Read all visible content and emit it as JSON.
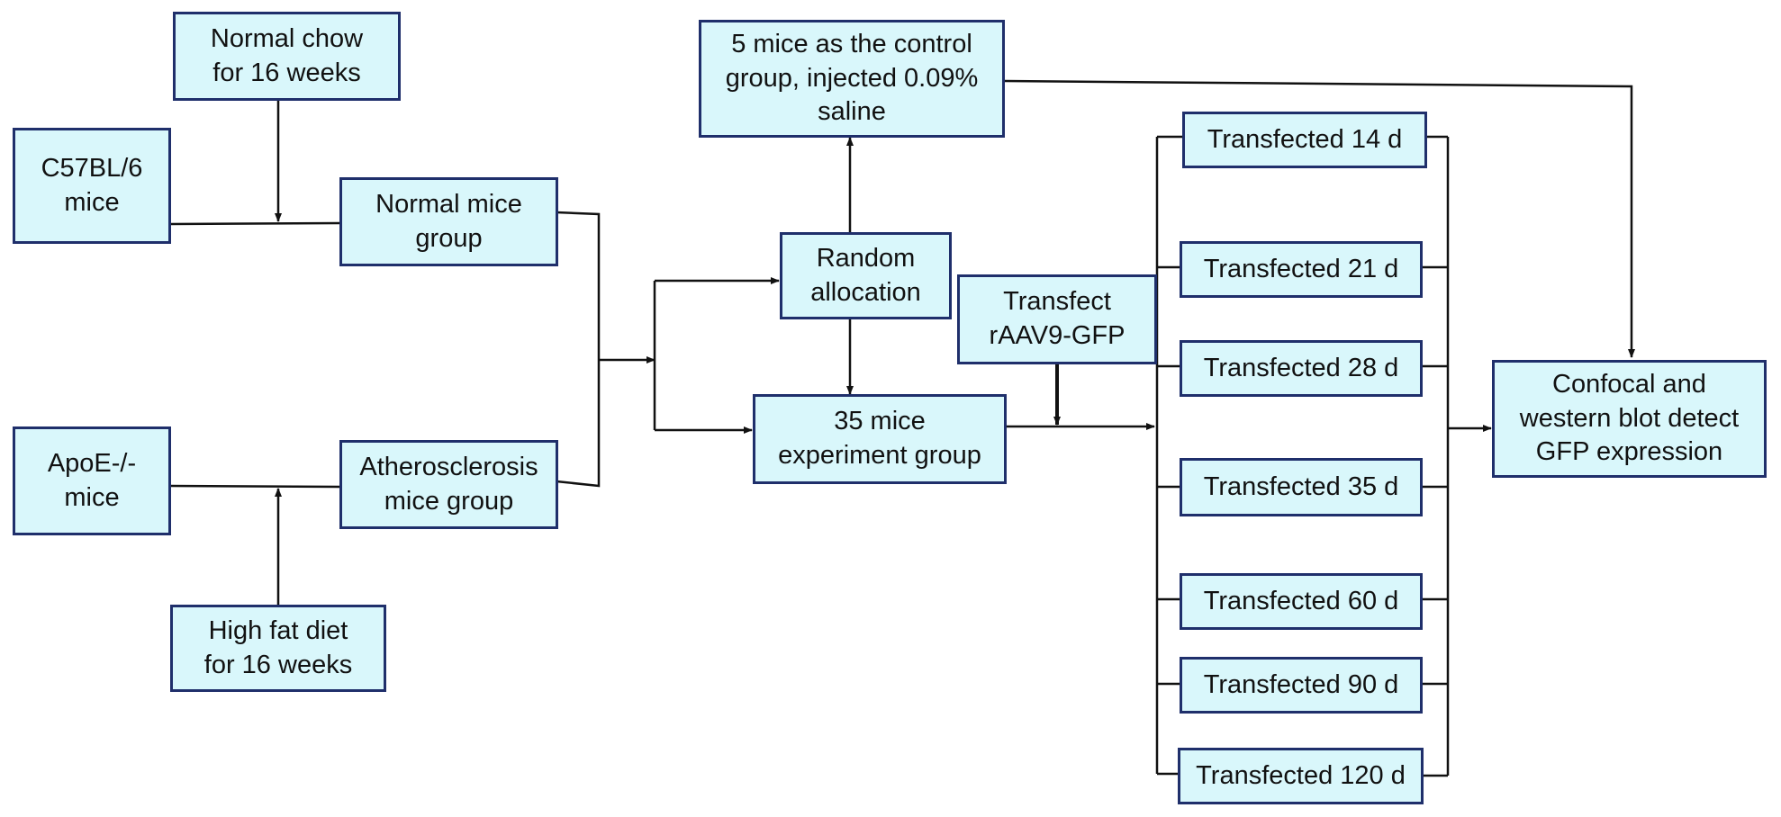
{
  "diagram": {
    "colors": {
      "box_fill": "#d9f7fb",
      "box_border": "#1f2f6b",
      "line": "#111111"
    },
    "nodes": {
      "normal_chow": "Normal chow\nfor 16 weeks",
      "c57": "C57BL/6\nmice",
      "normal_group": "Normal mice\ngroup",
      "apoe": "ApoE-/-\nmice",
      "athero_group": "Atherosclerosis\nmice group",
      "high_fat": "High fat diet\nfor 16 weeks",
      "control": "5 mice as the control\ngroup, injected 0.09%\nsaline",
      "random": "Random\nallocation",
      "transfect": "Transfect\nrAAV9-GFP",
      "experiment": "35 mice\nexperiment group",
      "t14": "Transfected 14 d",
      "t21": "Transfected 21 d",
      "t28": "Transfected 28 d",
      "t35": "Transfected 35 d",
      "t60": "Transfected 60 d",
      "t90": "Transfected 90 d",
      "t120": "Transfected 120 d",
      "confocal": "Confocal and\nwestern blot detect\nGFP expression"
    }
  }
}
